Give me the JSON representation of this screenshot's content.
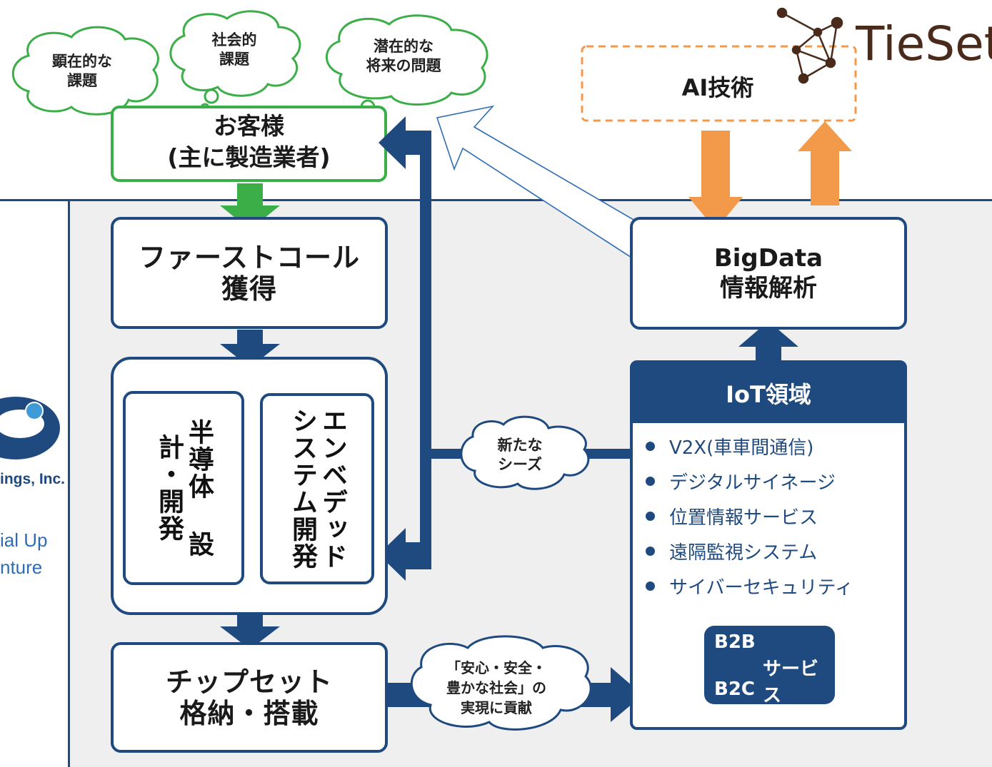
{
  "customer": {
    "line1": "お客様",
    "line2": "(主に製造業者)"
  },
  "concerns": [
    {
      "line1": "顕在的な",
      "line2": "課題"
    },
    {
      "line1": "社会的",
      "line2": "課題"
    },
    {
      "line1": "潜在的な",
      "line2": "将来の問題"
    }
  ],
  "ai": {
    "label": "AI技術"
  },
  "tieset_logo": {
    "text": "TieSet"
  },
  "first_call": {
    "line1": "ファーストコール",
    "line2": "獲得"
  },
  "design": {
    "semiconductor": "半導体 設計・開発",
    "embedded": "エンベデッド システム開発"
  },
  "chipset": {
    "line1": "チップセット",
    "line2": "格納・搭載"
  },
  "bigdata": {
    "line1": "BigData",
    "line2": "情報解析"
  },
  "iot": {
    "header": "IoT領域",
    "items": [
      "V2X(車車間通信)",
      "デジタルサイネージ",
      "位置情報サービス",
      "遠隔監視システム",
      "サイバーセキュリティ"
    ],
    "b2b": "B2B",
    "service": "サービス",
    "b2c": "B2C"
  },
  "seeds_cloud": {
    "line1": "新たな",
    "line2": "シーズ"
  },
  "society_cloud": {
    "line1": "「安心・安全・",
    "line2": "豊かな社会」の",
    "line3": "実現に貢献"
  },
  "left_brand": {
    "company": "ings, Inc.",
    "line1": "ial Up",
    "line2": "nture"
  },
  "colors": {
    "navy": "#1f4a80",
    "green": "#3cae48",
    "orange": "#f39a4a",
    "cloud_stroke": "#3cae48"
  }
}
